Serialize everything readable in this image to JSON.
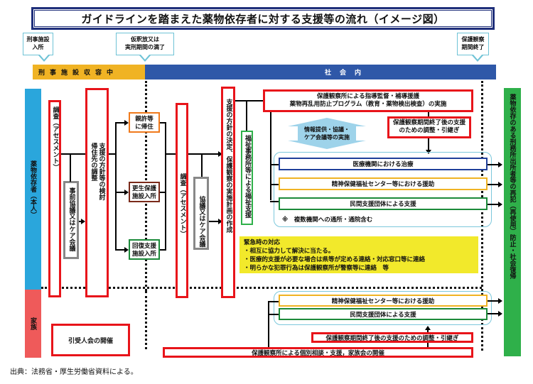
{
  "title": "ガイドラインを踏まえた薬物依存者に対する支援等の流れ（イメージ図）",
  "milestones": {
    "prison_entry": "刑事施設\n入所",
    "parole_or_term_end": "仮釈放又は\n実刑期間の満了",
    "probation_end": "保護観察\n期間終了"
  },
  "bands": {
    "in_custody": "刑事施設収容中",
    "in_society": "社会内"
  },
  "sides": {
    "person": "薬物依存者（本人）",
    "family": "家族",
    "goal": "薬物依存のある刑務所出所者等の再犯（再使用）防止・社会復帰"
  },
  "boxes": {
    "assessment_1": "調査（アセスメント）",
    "pre_consultation": "事前協議又はケア会議",
    "support_policy_review": "支援の方針等の検討\n帰住先の調整",
    "return_to_relatives": "親許等\nに帰住",
    "rehab_facility": "更生保護\n施設入所",
    "recovery_facility": "回復支援\n施設入所",
    "assessment_2": "調査（アセスメント）",
    "consultation_or_care": "協議又はケア会議",
    "support_policy_decision": "支援の方針の決定、保護観察の実施計画の作成",
    "welfare_support": "福祉事務所等による福祉支援",
    "probation_guidance": "保護観察所による指導監督・補導援護\n薬物再乱用防止プログラム（教育・薬物検出検査）の実施",
    "info_sharing": "情報提供・協議・\nケア会議等の実施",
    "post_probation_coordination": "保護観察期間終了後の支援\nのための調整・引継ぎ",
    "medical_treatment": "医療機関における治療",
    "mental_health_center": "精神保健福祉センター等における援助",
    "private_support": "民間支援団体による支援",
    "note": "※　複数機関への通所・通院含む",
    "family_reception_meeting": "引受人会の開催",
    "family_mental_health_center": "精神保健福祉センター等における援助",
    "family_private_support": "民間支援団体による支援",
    "family_post_probation_coordination": "保護観察期間終了後の支援のための調整・引継ぎ",
    "family_probation_consult": "保護観察所による個別相談・支援，家族会の開催"
  },
  "emergency": {
    "heading": "緊急時の対応",
    "items": [
      "・相互に協力して解決に当たる。",
      "・医療的支援が必要な場合は県等が定める連絡・対応窓口等に連絡",
      "・明らかな犯罪行為は保護観察所が警察等に連絡　等"
    ]
  },
  "source": "出典：法務省・厚生労働省資料による。",
  "colors": {
    "custody_band": "#f0b324",
    "society_band": "#2f58a8",
    "person": "#2aa6dc",
    "family": "#ef5a5a",
    "goal": "#2fb04a",
    "red_border": "#e8141a",
    "emergency": "#f2e92b"
  }
}
